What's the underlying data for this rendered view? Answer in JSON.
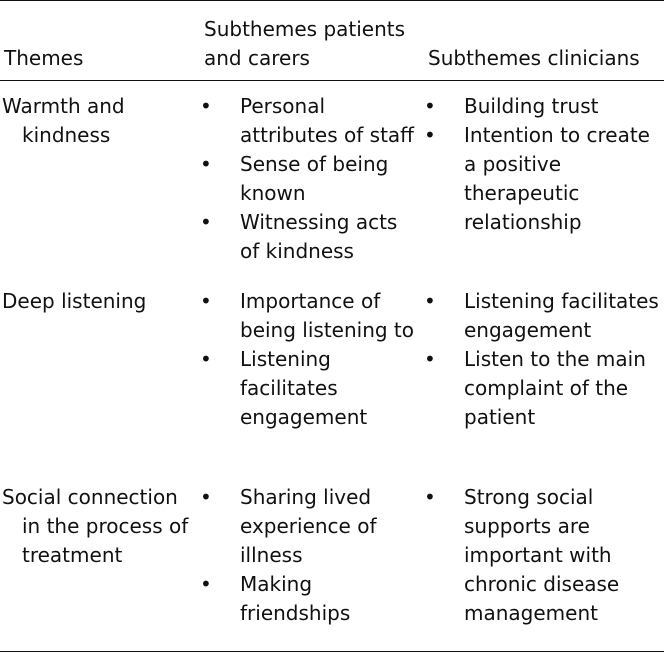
{
  "headers": {
    "themes": "Themes",
    "subthemes_patients": "Subthemes patients and carers",
    "subthemes_clinicians": "Subthemes clinicians"
  },
  "bullet_glyph": "•",
  "rows": [
    {
      "theme": "Warmth and kindness",
      "patients": [
        "Personal attributes of staff",
        "Sense of being known",
        "Witnessing acts of kindness"
      ],
      "clinicians": [
        "Building trust",
        "Intention to create a positive therapeutic relationship"
      ]
    },
    {
      "theme": "Deep listening",
      "patients": [
        "Importance of being listening to",
        "Listening facilitates engagement"
      ],
      "clinicians": [
        "Listening facilitates engagement",
        "Listen to the main complaint of the patient"
      ]
    },
    {
      "theme": "Social connection in the process of treatment",
      "patients": [
        "Sharing lived experience of illness",
        "Making friendships"
      ],
      "clinicians": [
        "Strong social supports are important with chronic disease management"
      ]
    }
  ]
}
